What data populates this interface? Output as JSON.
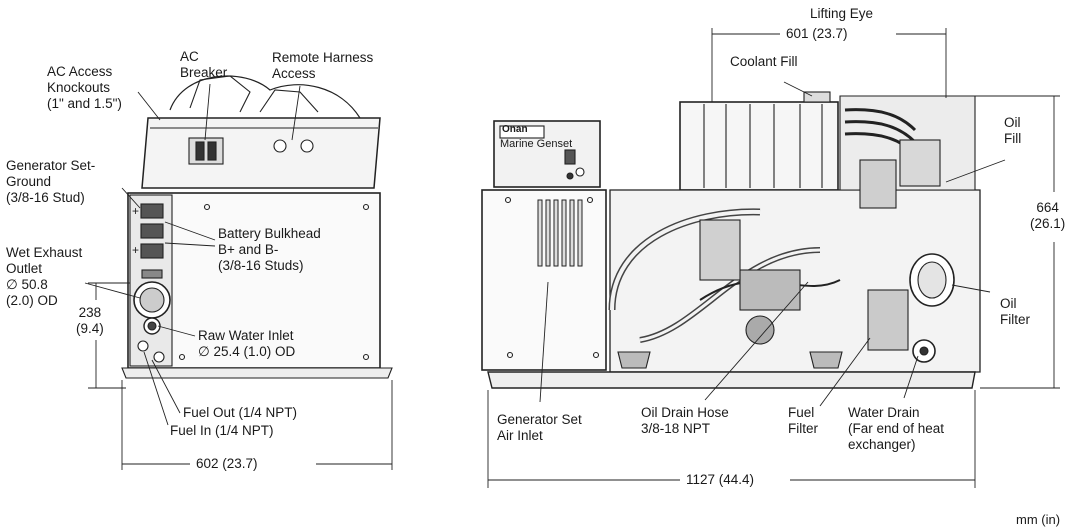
{
  "left_view": {
    "ac_access": "AC Access\nKnockouts\n(1\" and 1.5\")",
    "ac_breaker": "AC\nBreaker",
    "remote_harness": "Remote Harness\nAccess",
    "generator_ground": "Generator Set-\nGround\n(3/8-16 Stud)",
    "battery_bulkhead": "Battery Bulkhead\nB+ and B-\n(3/8-16 Studs)",
    "wet_exhaust": "Wet Exhaust\nOutlet\n∅ 50.8\n(2.0) OD",
    "height_238": "238\n(9.4)",
    "raw_water": "Raw Water Inlet\n∅ 25.4 (1.0) OD",
    "fuel_out": "Fuel Out (1/4 NPT)",
    "fuel_in": "Fuel In (1/4 NPT)",
    "width_602": "602 (23.7)"
  },
  "right_view": {
    "lifting_eye": "Lifting Eye",
    "lifting_eye_dim": "601 (23.7)",
    "coolant_fill": "Coolant Fill",
    "oil_fill": "Oil\nFill",
    "height_664": "664\n(26.1)",
    "oil_filter": "Oil\nFilter",
    "gen_air_inlet": "Generator Set\nAir Inlet",
    "oil_drain": "Oil Drain Hose\n3/8-18 NPT",
    "fuel_filter": "Fuel\nFilter",
    "water_drain": "Water Drain\n(Far end of heat\nexchanger)",
    "width_1127": "1127 (44.4)",
    "nameplate_brand": "Onan",
    "nameplate_text": "Marine Genset"
  },
  "units": "mm (in)"
}
